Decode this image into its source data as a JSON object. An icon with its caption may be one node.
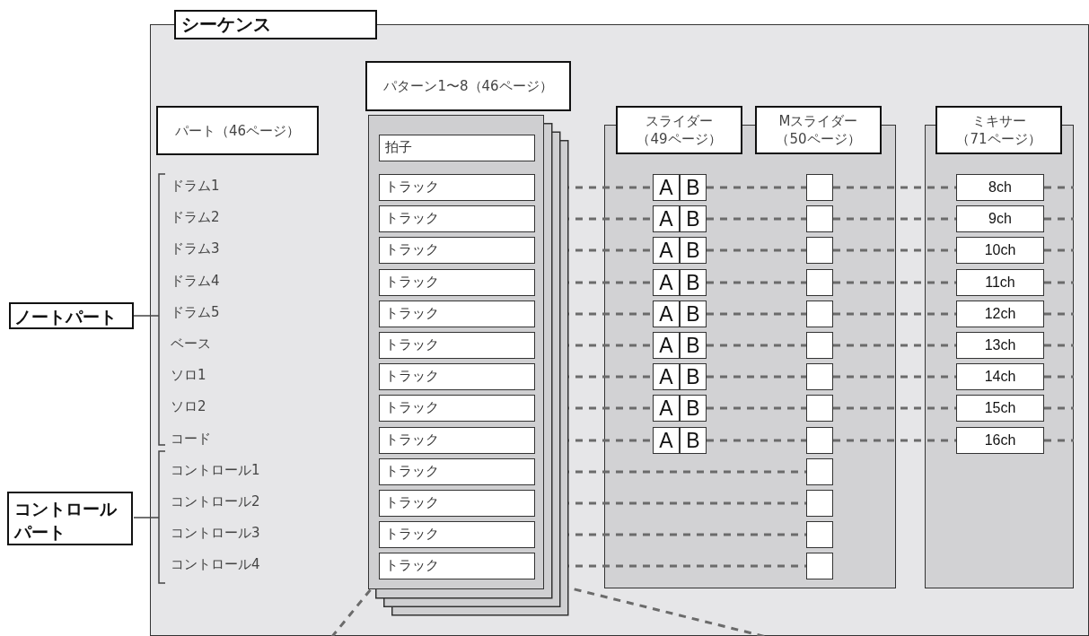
{
  "diagram": {
    "nodes": [
      {
        "text": [
          "シーケンス"
        ]
      },
      {
        "text": [
          "パート（46ページ）"
        ],
        "in": 0
      },
      {
        "text": [
          "パターン1〜8（46ページ）"
        ],
        "in": 0
      },
      {
        "text": [],
        "shape": "box",
        "in": 0
      },
      {
        "text": [
          "拍子"
        ],
        "in": 3
      },
      {
        "text": [
          "トラック"
        ],
        "in": 3
      },
      {
        "text": [
          "トラック"
        ],
        "in": 3
      },
      {
        "text": [
          "トラック"
        ],
        "in": 3
      },
      {
        "text": [
          "トラック"
        ],
        "in": 3
      },
      {
        "text": [
          "トラック"
        ],
        "in": 3
      },
      {
        "text": [
          "トラック"
        ],
        "in": 3
      },
      {
        "text": [
          "トラック"
        ],
        "in": 3
      },
      {
        "text": [
          "トラック"
        ],
        "in": 3
      },
      {
        "text": [
          "トラック"
        ],
        "in": 3
      },
      {
        "text": [
          "トラック"
        ],
        "in": 3
      },
      {
        "text": [
          "トラック"
        ],
        "in": 3
      },
      {
        "text": [
          "トラック"
        ],
        "in": 3
      },
      {
        "text": [
          "トラック"
        ],
        "in": 3
      },
      {
        "text": [
          "スライダー（49ページ）"
        ],
        "in": 0
      },
      {
        "text": [
          "Mスライダー（50ページ）"
        ],
        "in": 0
      },
      {
        "text": [],
        "shape": "box",
        "in": 0
      },
      {
        "text": [
          "A",
          "B"
        ],
        "in": 20
      },
      {
        "text": [
          "A",
          "B"
        ],
        "in": 20
      },
      {
        "text": [
          "A",
          "B"
        ],
        "in": 20
      },
      {
        "text": [
          "A",
          "B"
        ],
        "in": 20
      },
      {
        "text": [
          "A",
          "B"
        ],
        "in": 20
      },
      {
        "text": [
          "A",
          "B"
        ],
        "in": 20
      },
      {
        "text": [
          "A",
          "B"
        ],
        "in": 20
      },
      {
        "text": [
          "A",
          "B"
        ],
        "in": 20
      },
      {
        "text": [
          "A",
          "B"
        ],
        "in": 20
      },
      {
        "text": [],
        "shape": "box",
        "in": 20
      },
      {
        "text": [],
        "shape": "box",
        "in": 20
      },
      {
        "text": [],
        "shape": "box",
        "in": 20
      },
      {
        "text": [],
        "shape": "box",
        "in": 20
      },
      {
        "text": [],
        "shape": "box",
        "in": 20
      },
      {
        "text": [],
        "shape": "box",
        "in": 20
      },
      {
        "text": [],
        "shape": "box",
        "in": 20
      },
      {
        "text": [],
        "shape": "box",
        "in": 20
      },
      {
        "text": [],
        "shape": "box",
        "in": 20
      },
      {
        "text": [],
        "shape": "box",
        "in": 20
      },
      {
        "text": [],
        "shape": "box",
        "in": 20
      },
      {
        "text": [],
        "shape": "box",
        "in": 20
      },
      {
        "text": [],
        "shape": "box",
        "in": 20
      },
      {
        "text": [
          "ミキサー（71ページ）"
        ],
        "in": 0
      },
      {
        "text": [],
        "shape": "box",
        "in": 0
      },
      {
        "text": [
          "8ch"
        ],
        "in": 44
      },
      {
        "text": [
          "9ch"
        ],
        "in": 44
      },
      {
        "text": [
          "10ch"
        ],
        "in": 44
      },
      {
        "text": [
          "11ch"
        ],
        "in": 44
      },
      {
        "text": [
          "12ch"
        ],
        "in": 44
      },
      {
        "text": [
          "13ch"
        ],
        "in": 44
      },
      {
        "text": [
          "14ch"
        ],
        "in": 44
      },
      {
        "text": [
          "15ch"
        ],
        "in": 44
      },
      {
        "text": [
          "16ch"
        ],
        "in": 44
      },
      {
        "text": [
          "ノートパート"
        ]
      },
      {
        "text": [
          "コントロールパート"
        ]
      }
    ],
    "edges": [
      {
        "from": 5,
        "to": 21,
        "arrow": "none",
        "style": "dashed"
      },
      {
        "from": 21,
        "to": 30,
        "arrow": "none",
        "style": "dashed"
      },
      {
        "from": 30,
        "to": 45,
        "arrow": "none",
        "style": "dashed"
      },
      {
        "from": 45,
        "to": null,
        "arrow": "none",
        "style": "dashed"
      },
      {
        "from": 6,
        "to": 22,
        "arrow": "none",
        "style": "dashed"
      },
      {
        "from": 22,
        "to": 31,
        "arrow": "none",
        "style": "dashed"
      },
      {
        "from": 31,
        "to": 46,
        "arrow": "none",
        "style": "dashed"
      },
      {
        "from": 46,
        "to": null,
        "arrow": "none",
        "style": "dashed"
      },
      {
        "from": 7,
        "to": 23,
        "arrow": "none",
        "style": "dashed"
      },
      {
        "from": 23,
        "to": 32,
        "arrow": "none",
        "style": "dashed"
      },
      {
        "from": 32,
        "to": 47,
        "arrow": "none",
        "style": "dashed"
      },
      {
        "from": 47,
        "to": null,
        "arrow": "none",
        "style": "dashed"
      },
      {
        "from": 8,
        "to": 24,
        "arrow": "none",
        "style": "dashed"
      },
      {
        "from": 24,
        "to": 33,
        "arrow": "none",
        "style": "dashed"
      },
      {
        "from": 33,
        "to": 48,
        "arrow": "none",
        "style": "dashed"
      },
      {
        "from": 48,
        "to": null,
        "arrow": "none",
        "style": "dashed"
      },
      {
        "from": 9,
        "to": 25,
        "arrow": "none",
        "style": "dashed"
      },
      {
        "from": 25,
        "to": 34,
        "arrow": "none",
        "style": "dashed"
      },
      {
        "from": 34,
        "to": 49,
        "arrow": "none",
        "style": "dashed"
      },
      {
        "from": 49,
        "to": null,
        "arrow": "none",
        "style": "dashed"
      },
      {
        "from": 10,
        "to": 26,
        "arrow": "none",
        "style": "dashed"
      },
      {
        "from": 26,
        "to": 35,
        "arrow": "none",
        "style": "dashed"
      },
      {
        "from": 35,
        "to": 50,
        "arrow": "none",
        "style": "dashed"
      },
      {
        "from": 50,
        "to": null,
        "arrow": "none",
        "style": "dashed"
      },
      {
        "from": 11,
        "to": 27,
        "arrow": "none",
        "style": "dashed"
      },
      {
        "from": 27,
        "to": 36,
        "arrow": "none",
        "style": "dashed"
      },
      {
        "from": 36,
        "to": 51,
        "arrow": "none",
        "style": "dashed"
      },
      {
        "from": 51,
        "to": null,
        "arrow": "none",
        "style": "dashed"
      },
      {
        "from": 12,
        "to": 28,
        "arrow": "none",
        "style": "dashed"
      },
      {
        "from": 28,
        "to": 37,
        "arrow": "none",
        "style": "dashed"
      },
      {
        "from": 37,
        "to": 52,
        "arrow": "none",
        "style": "dashed"
      },
      {
        "from": 52,
        "to": null,
        "arrow": "none",
        "style": "dashed"
      },
      {
        "from": 13,
        "to": 29,
        "arrow": "none",
        "style": "dashed"
      },
      {
        "from": 29,
        "to": 38,
        "arrow": "none",
        "style": "dashed"
      },
      {
        "from": 38,
        "to": 53,
        "arrow": "none",
        "style": "dashed"
      },
      {
        "from": 53,
        "to": null,
        "arrow": "none",
        "style": "dashed"
      },
      {
        "from": 14,
        "to": 39,
        "arrow": "none",
        "style": "dashed"
      },
      {
        "from": 15,
        "to": 40,
        "arrow": "none",
        "style": "dashed"
      },
      {
        "from": 16,
        "to": 41,
        "arrow": "none",
        "style": "dashed"
      },
      {
        "from": 17,
        "to": 42,
        "arrow": "none",
        "style": "dashed"
      },
      {
        "from": 17,
        "to": null,
        "arrow": "none",
        "style": "dashed"
      },
      {
        "from": 17,
        "to": null,
        "arrow": "none",
        "style": "dashed"
      }
    ],
    "labels": [
      "ドラム1",
      "ドラム2",
      "ドラム3",
      "ドラム4",
      "ドラム5",
      "ベース",
      "ソロ1",
      "ソロ2",
      "コード",
      "コントロール1",
      "コントロール2",
      "コントロール3",
      "コントロール4"
    ]
  }
}
